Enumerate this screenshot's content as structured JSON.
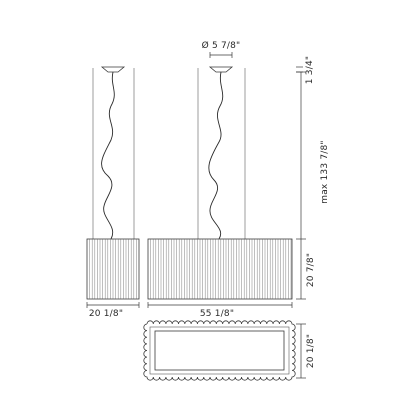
{
  "dimensions": {
    "canopy_diameter": "Ø 5 7/8\"",
    "canopy_height": "1 3/4\"",
    "max_drop": "max 133 7/8\"",
    "shade_height": "20 7/8\"",
    "small_shade_width": "20 1/8\"",
    "large_shade_width": "55 1/8\"",
    "top_view_depth": "20 1/8\""
  }
}
